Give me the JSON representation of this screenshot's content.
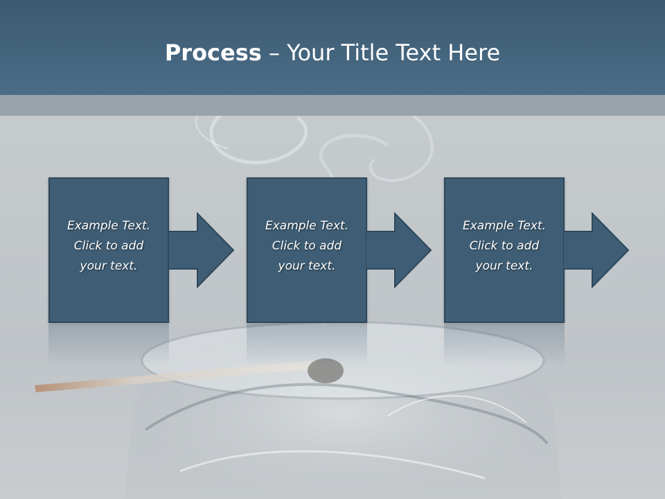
{
  "slide": {
    "title_bold": "Process",
    "title_rest": " – Your Title Text Here"
  },
  "steps": [
    {
      "line1": "Example Text.",
      "line2": "Click  to add",
      "line3": "your text."
    },
    {
      "line1": "Example Text.",
      "line2": "Click  to add",
      "line3": "your text."
    },
    {
      "line1": "Example Text.",
      "line2": "Click  to add",
      "line3": "your text."
    }
  ],
  "colors": {
    "header": "#44637c",
    "box": "#3f5e75",
    "box_border": "#2e475a"
  },
  "icons": [
    "arrow-right-icon"
  ]
}
